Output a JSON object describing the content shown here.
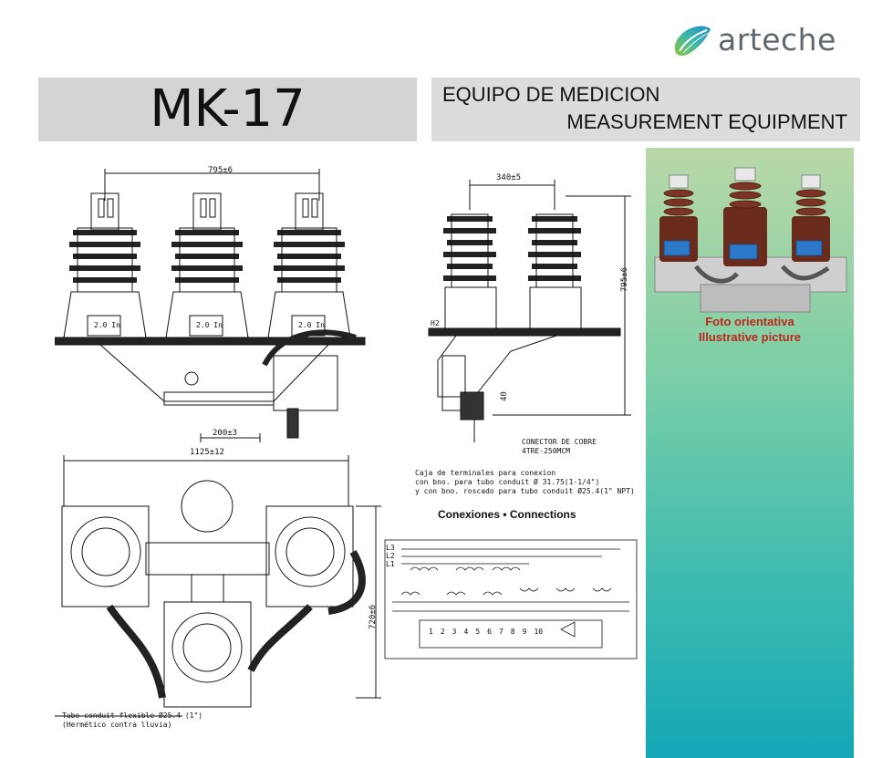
{
  "brand": {
    "name": "arteche"
  },
  "header": {
    "model": "MK-17",
    "subtitle_es": "EQUIPO DE MEDICION",
    "subtitle_en": "MEASUREMENT EQUIPMENT"
  },
  "photo": {
    "caption_es": "Foto orientativa",
    "caption_en": "Illustrative picture"
  },
  "front_view": {
    "dim_top": "795±6",
    "dim_bottom": "200±3",
    "nameplate": "2.0 In"
  },
  "side_view": {
    "dim_top": "340±5",
    "dim_height": "795±6",
    "dim_small": "40",
    "h2_label": "H2",
    "connector_line1": "CONECTOR DE COBRE",
    "connector_line2": "4TRE-250MCM",
    "box_line1": "Caja de terminales para conexion",
    "box_line2": "con bno. para tubo conduit Ø 31.75(1-1/4\")",
    "box_line3": "y con bno. roscado para tubo conduit Ø25.4(1\" NPT)"
  },
  "top_view": {
    "dim_width": "1125±12",
    "dim_depth": "720±6",
    "conduit_line1": "Tubo conduit flexible Ø25.4 (1\")",
    "conduit_line2": "(Hermético contra lluvia)"
  },
  "connections": {
    "title": "Conexiones • Connections",
    "lines": [
      "L3",
      "L2",
      "L1"
    ],
    "terminals": [
      "1",
      "2",
      "3",
      "4",
      "5",
      "6",
      "7",
      "8",
      "9",
      "10"
    ]
  }
}
